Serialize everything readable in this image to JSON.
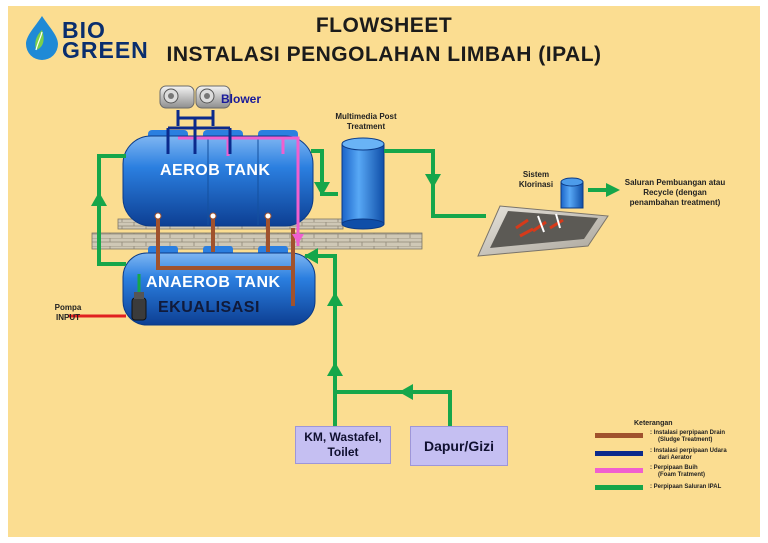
{
  "title_line1": "FLOWSHEET",
  "title_line2": "INSTALASI PENGOLAHAN LIMBAH (IPAL)",
  "logo": {
    "line1": "BIO",
    "line2": "GREEN",
    "icon": "water-drop-leaf-icon"
  },
  "labels": {
    "blower": "Blower",
    "multimedia_line1": "Multimedia Post",
    "multimedia_line2": "Treatment",
    "aerob_tank": "AEROB TANK",
    "anaerob_tank": "ANAEROB TANK",
    "ekualisasi": "EKUALISASI",
    "pompa_line1": "Pompa",
    "pompa_line2": "INPUT",
    "klorinasi_line1": "Sistem",
    "klorinasi_line2": "Klorinasi",
    "saluran_line1": "Saluran Pembuangan atau",
    "saluran_line2": "Recycle (dengan",
    "saluran_line3": "penambahan treatment)"
  },
  "sources": {
    "km_line1": "KM, Wastafel,",
    "km_line2": "Toilet",
    "dapur": "Dapur/Gizi"
  },
  "legend": {
    "title": "Keterangan",
    "items": [
      {
        "color": "#a0522d",
        "line1": ": Instalasi perpipaan Drain",
        "line2": "(Sludge Treatment)"
      },
      {
        "color": "#0b2a8c",
        "line1": ": Instalasi perpipaan Udara",
        "line2": "dari Aerator"
      },
      {
        "color": "#f05fcf",
        "line1": ": Perpipaan Buih",
        "line2": "(Foam Tratment)"
      },
      {
        "color": "#16a64a",
        "line1": ": Perpipaan Saluran IPAL",
        "line2": ""
      }
    ]
  },
  "colors": {
    "background": "#fbdd91",
    "tank_blue": "#1f6fd0",
    "green_pipe": "#16a64a",
    "drain_pipe": "#a0522d",
    "air_pipe": "#0b2a8c",
    "foam_pipe": "#f05fcf",
    "input_pipe": "#e02020",
    "source_box": "#c5bff2"
  }
}
